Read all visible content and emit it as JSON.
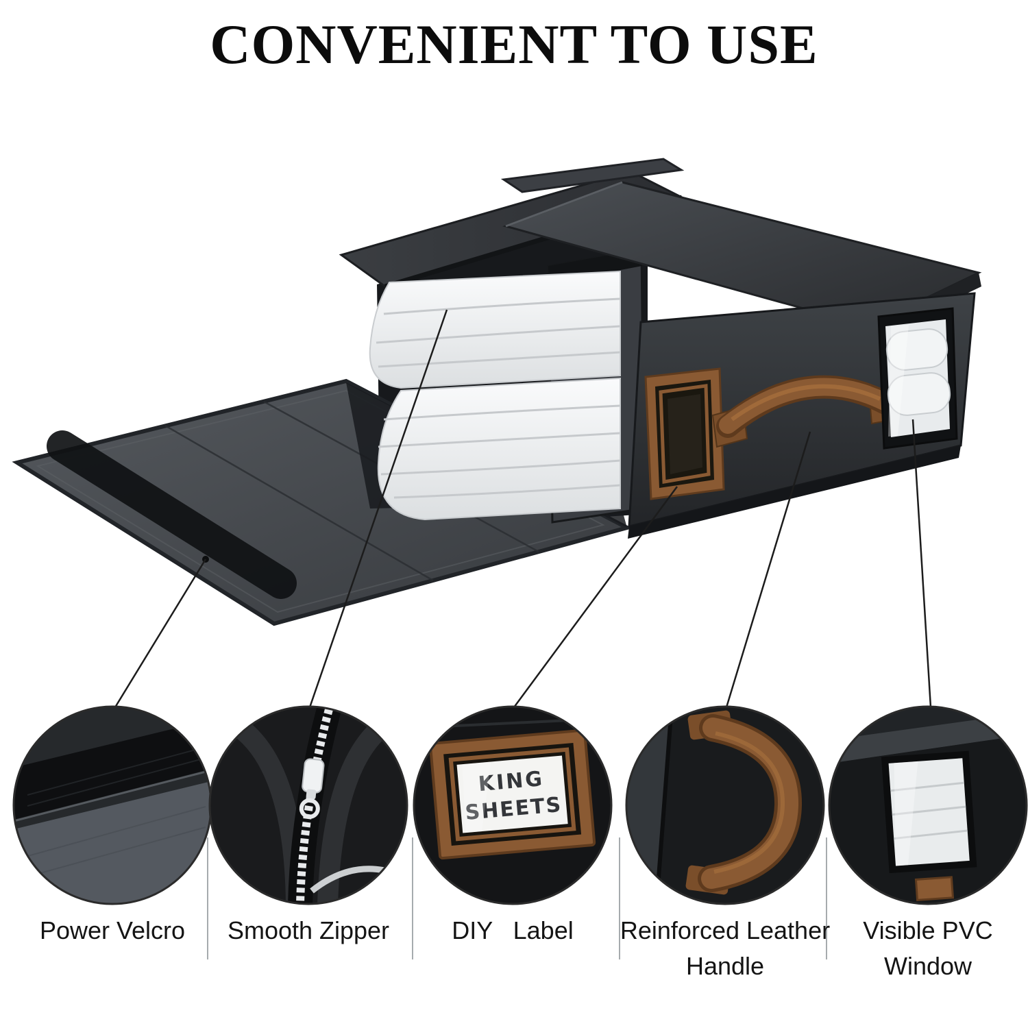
{
  "title": "CONVENIENT TO USE",
  "features": [
    {
      "id": "power-velcro",
      "label": "Power Velcro"
    },
    {
      "id": "smooth-zipper",
      "label": "Smooth Zipper"
    },
    {
      "id": "diy-label",
      "label": "DIY   Label"
    },
    {
      "id": "reinforced-leather-handle",
      "label": "Reinforced Leather Handle"
    },
    {
      "id": "visible-pvc-window",
      "label": "Visible PVC Window"
    }
  ],
  "diy_label_card": {
    "line1": "KING",
    "line2": "SHEETS"
  },
  "colors": {
    "background": "#ffffff",
    "text": "#141414",
    "leather_brown": "#8a5a33",
    "fabric_dark": "#2c2f32",
    "fabric_mid": "#44474b",
    "sheet_white": "#f2f3f4",
    "callout_line": "#1c1c1c"
  }
}
